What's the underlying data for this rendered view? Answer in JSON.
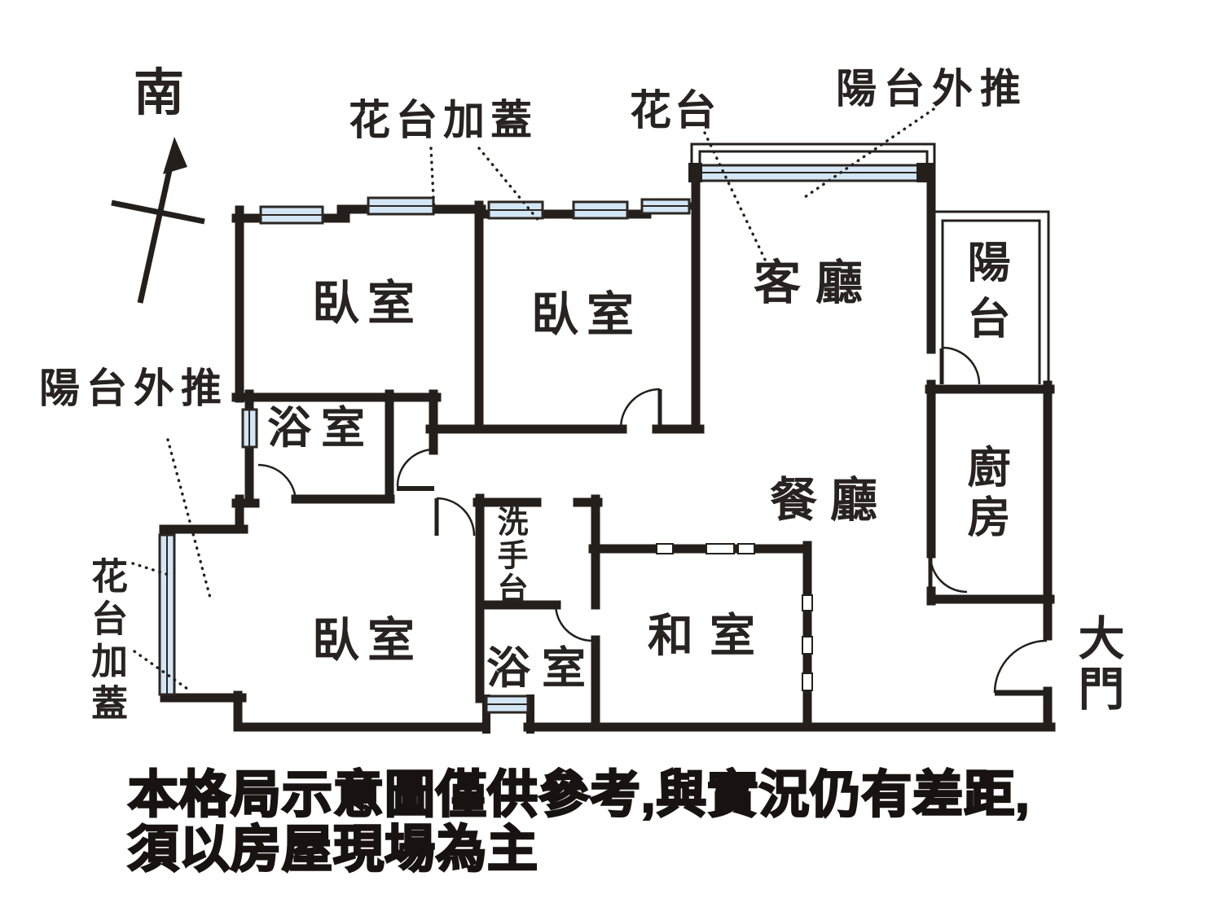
{
  "compass": {
    "south_label": "南"
  },
  "annotations": {
    "top_flower_covered": "花台加蓋",
    "top_flower": "花台",
    "top_balcony_pushed": "陽台外推",
    "left_balcony_pushed": "陽台外推",
    "left_flower_covered": "花台加蓋"
  },
  "rooms": {
    "bedroom1": "臥室",
    "bedroom2": "臥室",
    "bedroom3": "臥室",
    "living": "客廳",
    "dining": "餐廳",
    "balcony": "陽台",
    "kitchen": "廚房",
    "bath1": "浴室",
    "bath2": "浴室",
    "washbasin": "洗手台",
    "tatami": "和室",
    "main_door": "大門"
  },
  "disclaimer": {
    "line1": "本格局示意圖僅供參考,與實況仍有差距,",
    "line2": "須以房屋現場為主"
  },
  "colors": {
    "wall": "#241f1b",
    "window_fill": "#d3e6f5",
    "window_border": "#2c2723"
  }
}
